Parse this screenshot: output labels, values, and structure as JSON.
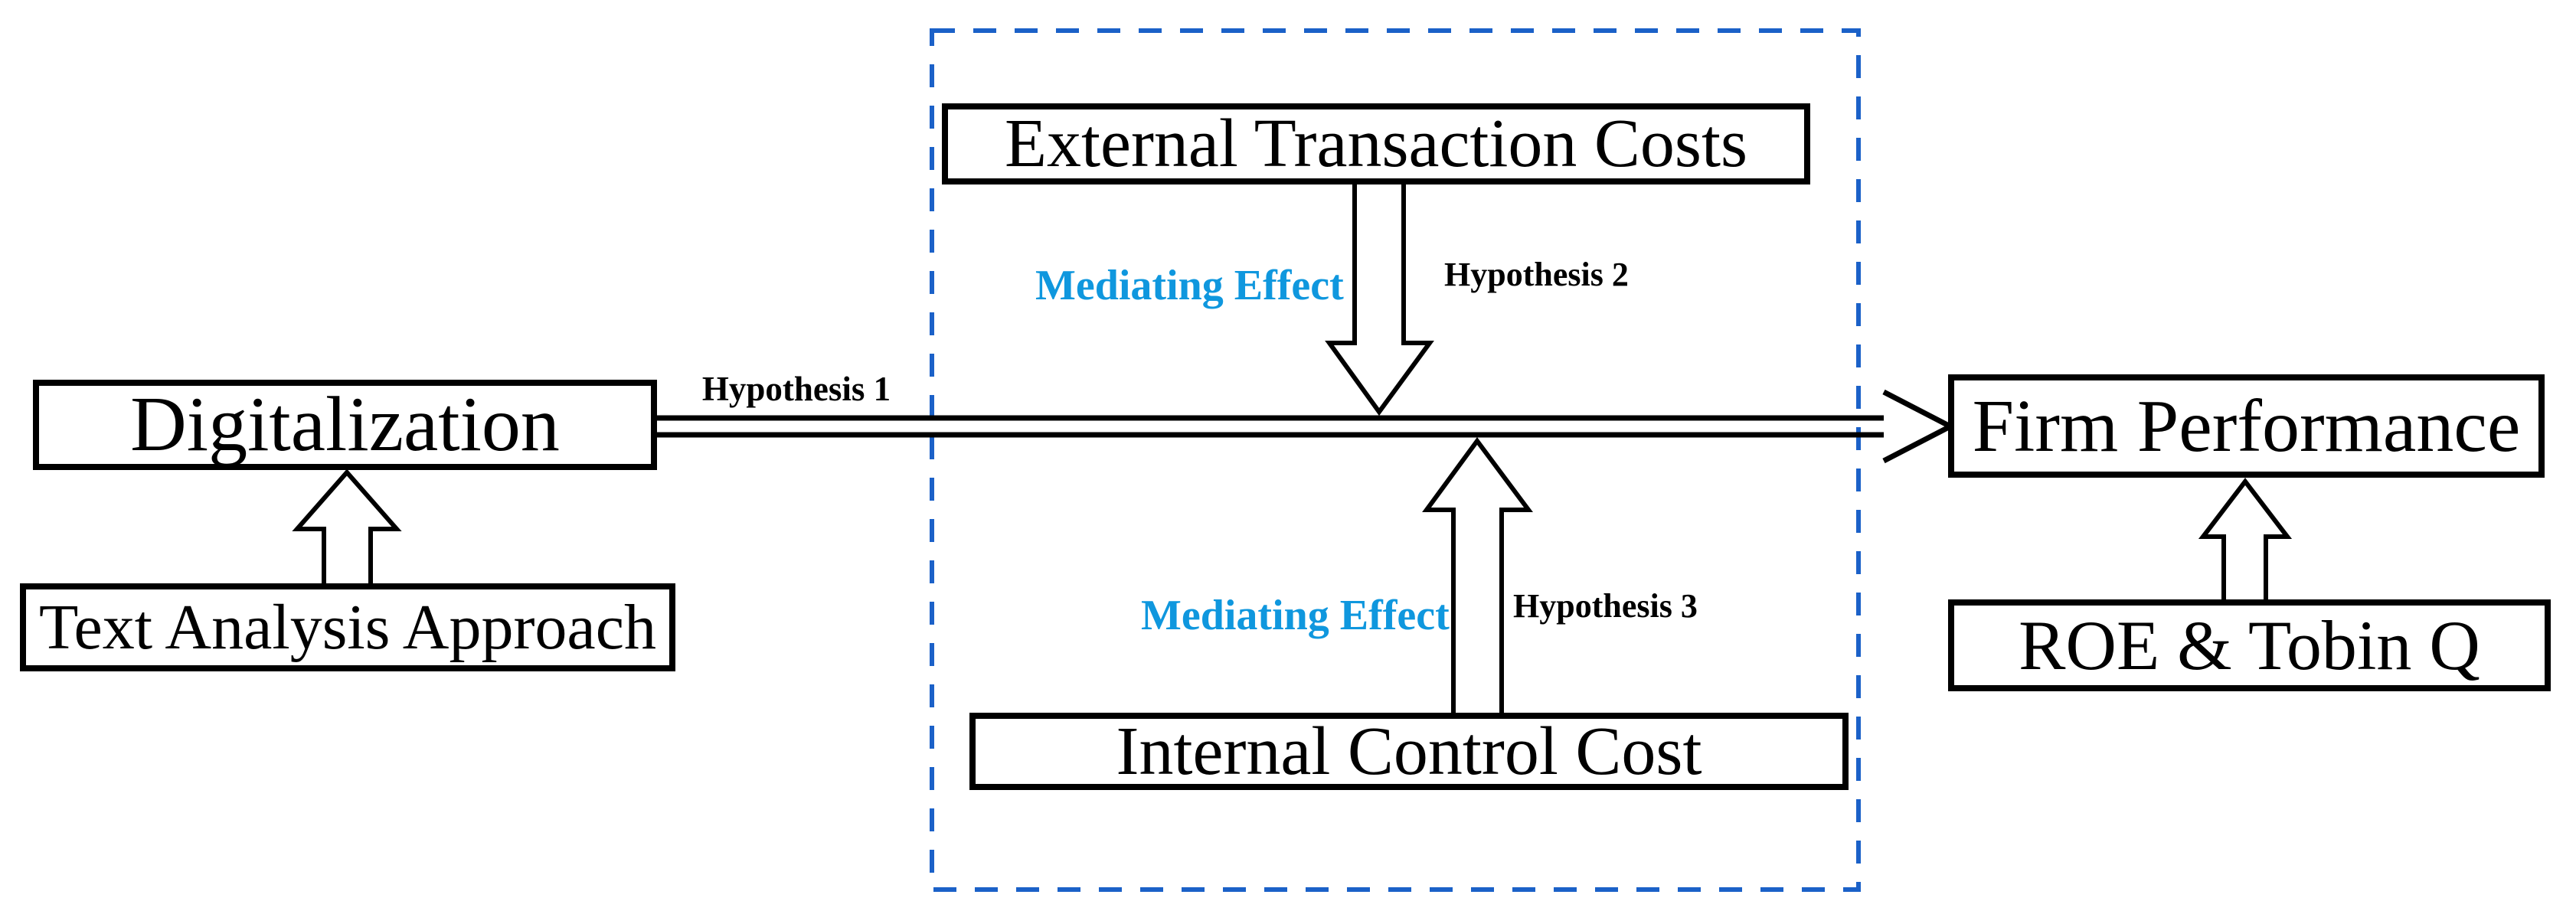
{
  "diagram": {
    "boxes": {
      "digitalization": {
        "label": "Digitalization"
      },
      "external_transaction_costs": {
        "label": "External Transaction Costs"
      },
      "internal_control_cost": {
        "label": "Internal Control Cost"
      },
      "firm_performance": {
        "label": "Firm Performance"
      },
      "text_analysis_approach": {
        "label": "Text Analysis Approach"
      },
      "roe_tobin_q": {
        "label": "ROE & Tobin Q"
      }
    },
    "labels": {
      "hypothesis1": "Hypothesis 1",
      "hypothesis2": "Hypothesis 2",
      "hypothesis3": "Hypothesis 3",
      "mediating_effect_top": "Mediating Effect",
      "mediating_effect_bottom": "Mediating Effect"
    },
    "colors": {
      "mediating_text": "#0f97de",
      "dashed_border": "#1b61c8",
      "box_border": "#000000",
      "background": "#ffffff"
    }
  }
}
